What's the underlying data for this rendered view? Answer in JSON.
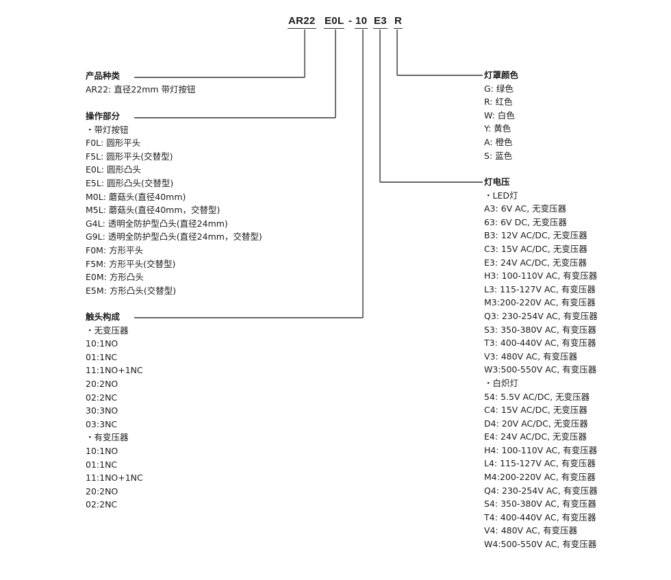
{
  "model_code": {
    "series": "AR22",
    "operator": "E0L",
    "dash": "-",
    "contacts": "10",
    "voltage": "E3",
    "color": "R"
  },
  "product_type": {
    "title": "产品种类",
    "lines": [
      "AR22: 直径22mm 带灯按钮"
    ]
  },
  "operator_part": {
    "title": "操作部分",
    "lines": [
      "・带灯按钮",
      "F0L: 圆形平头",
      "F5L: 圆形平头(交替型)",
      "E0L: 圆形凸头",
      "E5L: 圆形凸头(交替型)",
      "M0L: 蘑菇头(直径40mm)",
      "M5L: 蘑菇头(直径40mm，交替型)",
      "G4L: 透明全防护型凸头(直径24mm)",
      "G9L: 透明全防护型凸头(直径24mm，交替型)",
      "F0M: 方形平头",
      "F5M: 方形平头(交替型)",
      "E0M: 方形凸头",
      "E5M: 方形凸头(交替型)"
    ]
  },
  "contacts": {
    "title": "触头构成",
    "lines": [
      "・无变压器",
      "10:1NO",
      "01:1NC",
      "11:1NO+1NC",
      "20:2NO",
      "02:2NC",
      "30:3NO",
      "03:3NC",
      "・有变压器",
      "10:1NO",
      "01:1NC",
      "11:1NO+1NC",
      "20:2NO",
      "02:2NC"
    ]
  },
  "lens_color": {
    "title": "灯罩颜色",
    "lines": [
      "G: 绿色",
      "R: 红色",
      "W: 白色",
      "Y: 黄色",
      "A: 橙色",
      "S: 蓝色"
    ]
  },
  "lamp_voltage": {
    "title": "灯电压",
    "lines": [
      "・LED灯",
      "A3: 6V AC, 无变压器",
      "63: 6V DC, 无变压器",
      "B3: 12V AC/DC, 无变压器",
      "C3: 15V AC/DC, 无变压器",
      "E3: 24V AC/DC, 无变压器",
      "H3: 100-110V AC, 有变压器",
      "L3: 115-127V AC, 有变压器",
      "M3:200-220V AC, 有变压器",
      "Q3: 230-254V AC, 有变压器",
      "S3: 350-380V AC, 有变压器",
      "T3: 400-440V AC, 有变压器",
      "V3: 480V AC, 有变压器",
      "W3:500-550V AC, 有变压器",
      "・白炽灯",
      "54: 5.5V AC/DC, 无变压器",
      "C4: 15V AC/DC, 无变压器",
      "D4: 20V AC/DC, 无变压器",
      "E4: 24V AC/DC, 无变压器",
      "H4: 100-110V AC, 有变压器",
      "L4: 115-127V AC, 有变压器",
      "M4:200-220V AC, 有变压器",
      "Q4: 230-254V AC, 有变压器",
      "S4: 350-380V AC, 有变压器",
      "T4: 400-440V AC, 有变压器",
      "V4: 480V AC, 有变压器",
      "W4:500-550V AC, 有变压器"
    ]
  }
}
